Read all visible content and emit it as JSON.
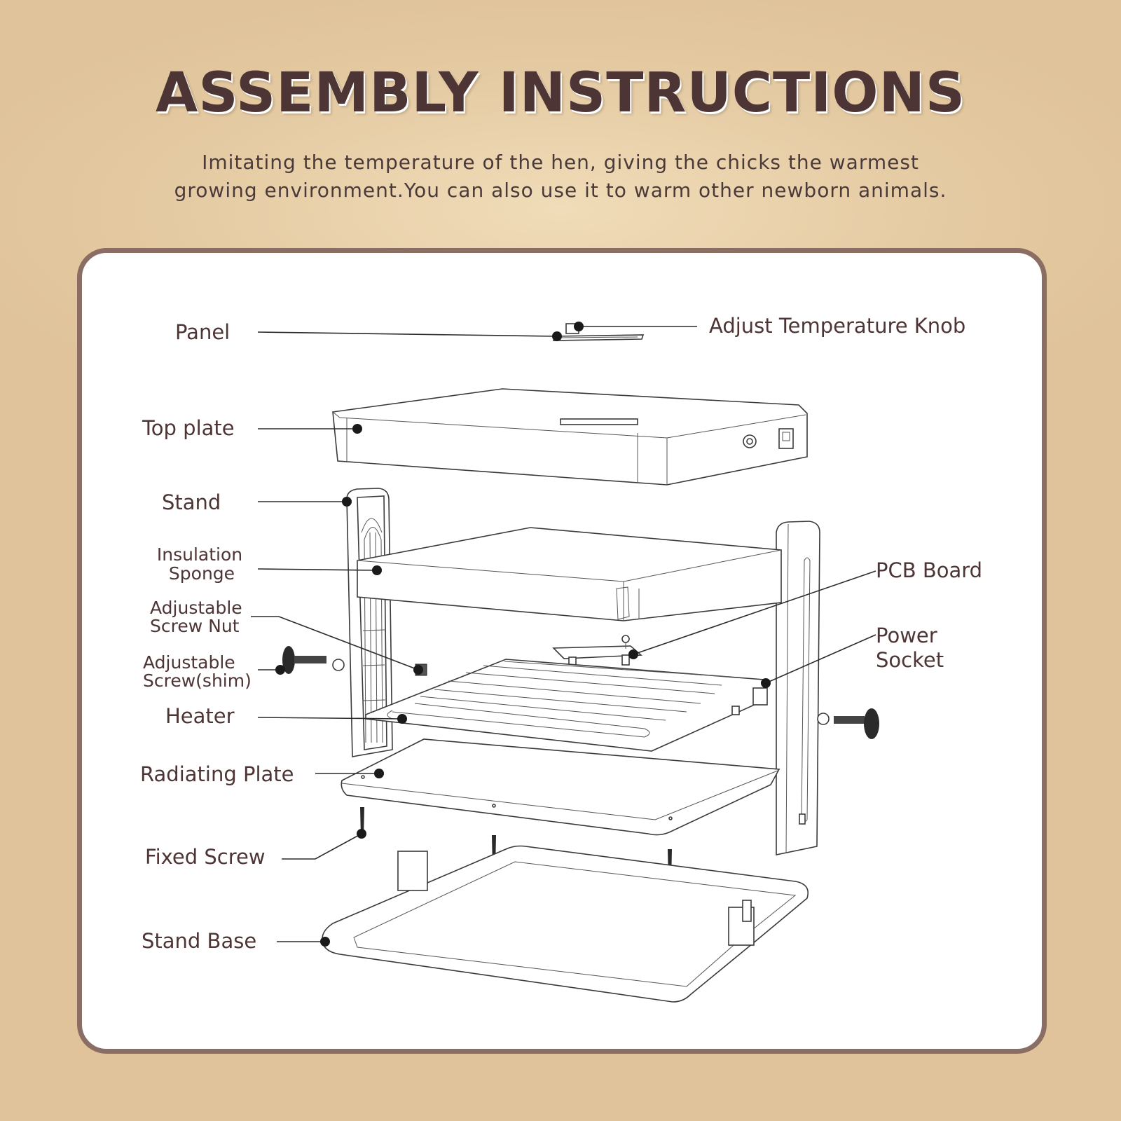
{
  "title": "ASSEMBLY INSTRUCTIONS",
  "subtitle": {
    "line1": "Imitating the temperature of the hen, giving the chicks the warmest",
    "line2": "growing environment.You can also use it to warm other newborn animals."
  },
  "labels": {
    "panel": "Panel",
    "knob": "Adjust Temperature Knob",
    "top_plate": "Top plate",
    "stand": "Stand",
    "sponge_1": "Insulation",
    "sponge_2": "Sponge",
    "nut_1": "Adjustable",
    "nut_2": "Screw Nut",
    "screw_1": "Adjustable",
    "screw_2": "Screw(shim)",
    "heater": "Heater",
    "radiating_plate": "Radiating Plate",
    "fixed_screw": "Fixed Screw",
    "stand_base": "Stand Base",
    "pcb": "PCB Board",
    "socket_1": "Power",
    "socket_2": "Socket"
  },
  "colors": {
    "background": "#e3c8a0",
    "title": "#4e3535",
    "card_border": "#8a6e63"
  }
}
